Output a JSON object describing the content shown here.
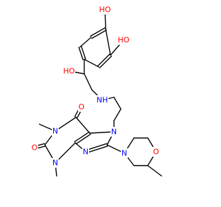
{
  "molecule": {
    "colors": {
      "bond": "#000000",
      "oxygen": "#ff0000",
      "nitrogen": "#0000ff",
      "carbon": "#000000"
    },
    "atom_labels": {
      "ho_top": "HO",
      "ho_right": "HO",
      "ho_chain": "HO",
      "nh": "NH",
      "n_7": "N",
      "n_1": "N",
      "n_3": "N",
      "n_9": "N",
      "n_morph": "N",
      "o_morph": "O",
      "o_6": "O",
      "o_2": "O"
    }
  }
}
